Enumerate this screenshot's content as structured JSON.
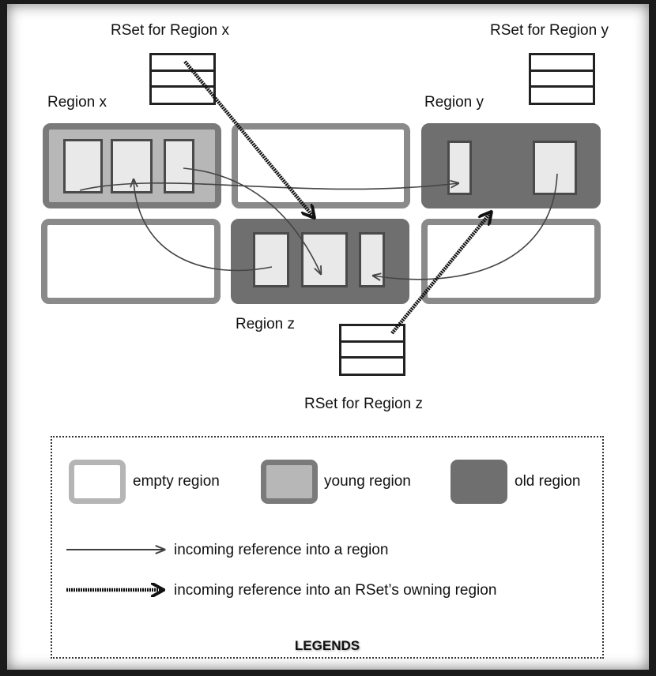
{
  "labels": {
    "rset_x": "RSet for Region x",
    "rset_y": "RSet for Region y",
    "rset_z": "RSet for Region z",
    "region_x": "Region x",
    "region_y": "Region y",
    "region_z": "Region z"
  },
  "legend": {
    "title": "LEGENDS",
    "empty": "empty region",
    "young": "young region",
    "old": "old region",
    "ref_into_region": "incoming reference into a region",
    "ref_into_rset_owner": "incoming reference into an RSet’s owning region"
  },
  "colors": {
    "old": "#6f6f6f",
    "young": "#b7b7b7",
    "empty_border": "#8a8a8a",
    "object": "#e9e9e9"
  }
}
